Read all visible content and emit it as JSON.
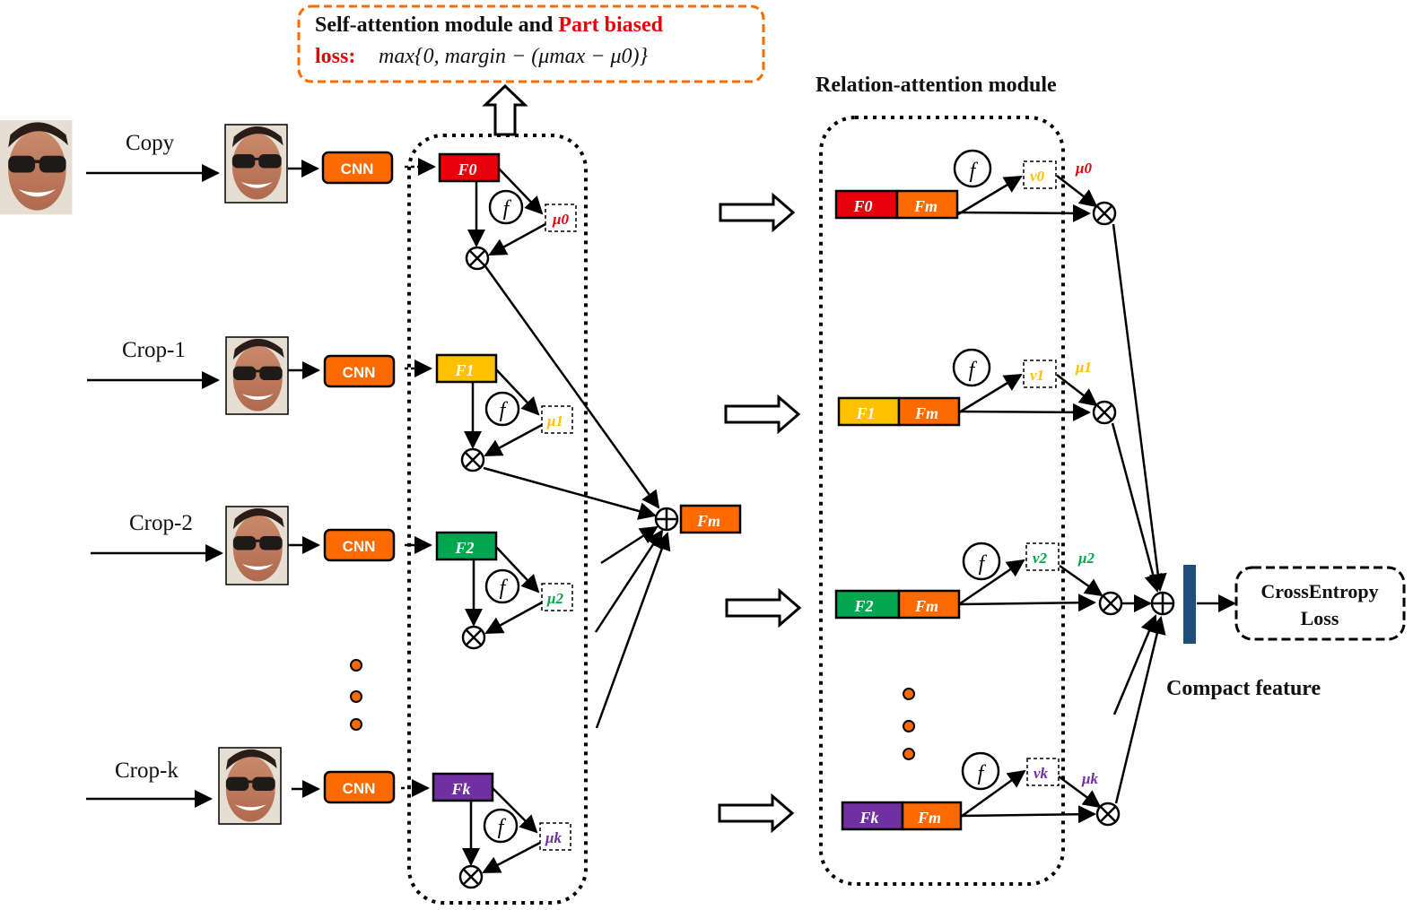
{
  "top_box": {
    "line1_black": "Self-attention module and ",
    "line1_red": "Part biased",
    "line2_red": "loss:",
    "formula": "max{0, margin − (μmax − μ0)}"
  },
  "relation_title": "Relation-attention module",
  "compact_label": "Compact feature",
  "loss_box": {
    "line1": "CrossEntropy",
    "line2": "Loss"
  },
  "inputs": [
    "Copy",
    "Crop-1",
    "Crop-2",
    "Crop-k"
  ],
  "cnn_label": "CNN",
  "features": [
    "F0",
    "F1",
    "F2",
    "Fk"
  ],
  "mu_labels": [
    "μ0",
    "μ1",
    "μ2",
    "μk"
  ],
  "nu_labels": [
    "ν0",
    "ν1",
    "ν2",
    "νk"
  ],
  "fm_label": "Fm",
  "f_symbol": "f",
  "colors": {
    "F0": "#e8000b",
    "F1": "#ffc000",
    "F2": "#00a650",
    "Fk": "#7030a0",
    "Fm": "#ff6a00",
    "cnn": "#ff6a00",
    "dashed_box": "#ff6a00",
    "compact_bar": "#1f4e79"
  }
}
